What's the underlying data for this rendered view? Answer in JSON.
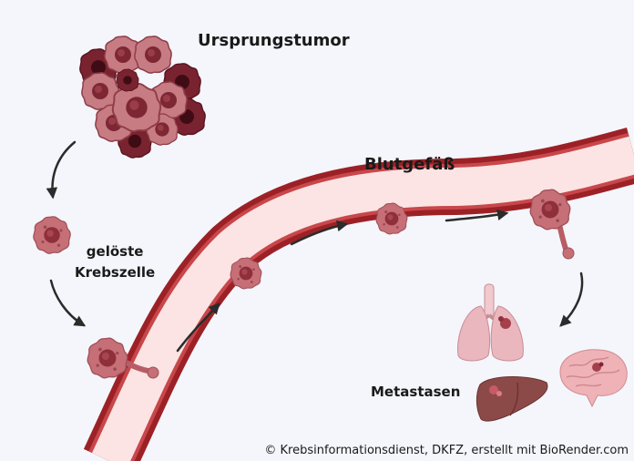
{
  "labels": {
    "primary_tumor": "Ursprungstumor",
    "blood_vessel": "Blutgefäß",
    "detached_cell_line1": "gelöste",
    "detached_cell_line2": "Krebszelle",
    "metastases": "Metastasen"
  },
  "credit": "© Krebsinformationsdienst, DKFZ, erstellt mit BioRender.com",
  "icons": {
    "tumor": "tumor-cluster-icon",
    "cell": "cancer-cell-icon",
    "vessel": "blood-vessel-icon",
    "lungs": "lungs-icon",
    "liver": "liver-icon",
    "brain": "brain-icon",
    "arrow": "arrow-icon"
  },
  "colors": {
    "background": "#f4f6fb",
    "vessel_wall": "#9c2126",
    "vessel_wall_inner": "#c8474b",
    "vessel_lumen": "#fbe4e3",
    "cell_body": "#c66f76",
    "cell_nucleus": "#8e2f3a",
    "tumor_dark": "#6e1e29",
    "arrow": "#2b2b2b",
    "lungs": "#e9b7bd",
    "liver": "#8b4a48",
    "brain": "#efb3b7"
  }
}
